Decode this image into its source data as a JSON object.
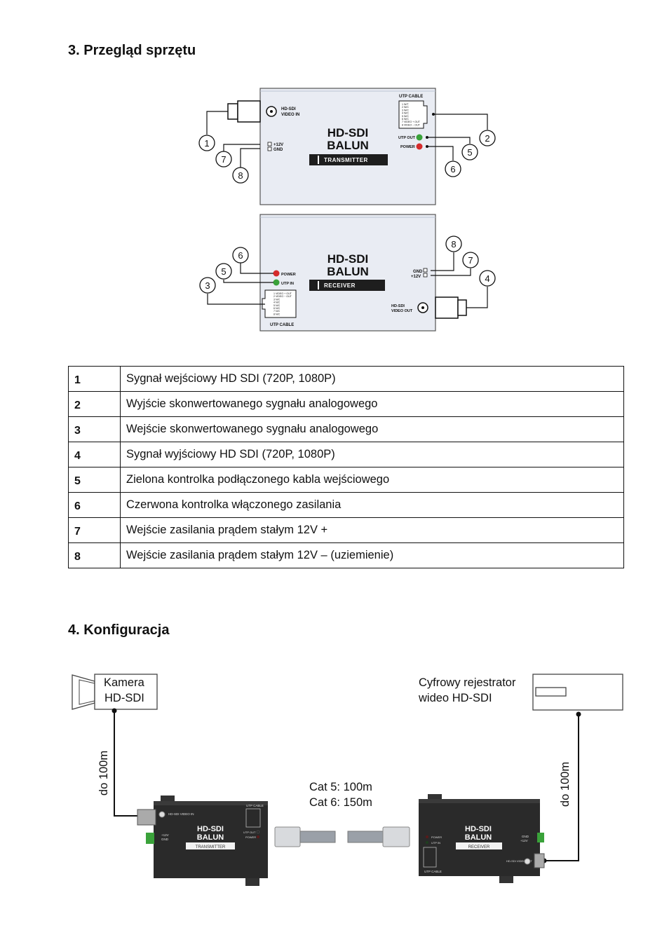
{
  "section3": {
    "title": "3.  Przegląd sprzętu"
  },
  "section4": {
    "title": "4.  Konfiguracja"
  },
  "transmitter": {
    "brand_line1": "HD-SDI",
    "brand_line2": "BALUN",
    "type": "TRANSMITTER",
    "video_in_label_1": "HD-SDI",
    "video_in_label_2": "VIDEO IN",
    "power_plus": "+12V",
    "power_gnd": "GND",
    "utp_cable": "UTP CABLE",
    "utp_out": "UTP OUT",
    "power": "POWER",
    "pinout": [
      "1 W/T",
      "2 W/C",
      "3 W/C",
      "4 W/C",
      "5 W/C",
      "6 W/C",
      "7 VIDEO + OUT",
      "8 VIDEO − OUT"
    ]
  },
  "receiver": {
    "brand_line1": "HD-SDI",
    "brand_line2": "BALUN",
    "type": "RECEIVER",
    "power": "POWER",
    "utp_in": "UTP IN",
    "utp_cable": "UTP CABLE",
    "gnd": "GND",
    "plus12": "+12V",
    "video_out_label_1": "HD-SDI",
    "video_out_label_2": "VIDEO OUT",
    "pinout": [
      "1 VIDEO + OUT",
      "2 VIDEO − OUT",
      "3 N/C",
      "4 N/C",
      "5 N/C",
      "6 N/C",
      "7 N/C",
      "8 N/C"
    ]
  },
  "callouts_tx": [
    "1",
    "7",
    "8",
    "2",
    "5",
    "6"
  ],
  "callouts_rx": [
    "6",
    "5",
    "3",
    "8",
    "7",
    "4"
  ],
  "legend": [
    {
      "num": "1",
      "desc": "Sygnał wejściowy HD SDI (720P, 1080P)"
    },
    {
      "num": "2",
      "desc": "Wyjście skonwertowanego sygnału analogowego"
    },
    {
      "num": "3",
      "desc": "Wejście skonwertowanego sygnału analogowego"
    },
    {
      "num": "4",
      "desc": "Sygnał wyjściowy HD SDI (720P, 1080P)"
    },
    {
      "num": "5",
      "desc": "Zielona kontrolka podłączonego kabla wejściowego"
    },
    {
      "num": "6",
      "desc": "Czerwona kontrolka włączonego zasilania"
    },
    {
      "num": "7",
      "desc": "Wejście zasilania prądem stałym 12V +"
    },
    {
      "num": "8",
      "desc": "Wejście zasilania prądem stałym 12V – (uziemienie)"
    }
  ],
  "config": {
    "camera_line1": "Kamera",
    "camera_line2": "HD-SDI",
    "dvr_line1": "Cyfrowy rejestrator",
    "dvr_line2": "wideo HD-SDI",
    "cable_left": "do 100m",
    "cable_right": "do 100m",
    "cat5": "Cat 5: 100m",
    "cat6": "Cat 6: 150m",
    "tx_brand_1": "HD-SDI",
    "tx_brand_2": "BALUN",
    "tx_type": "TRANSMITTER",
    "rx_brand_1": "HD-SDI",
    "rx_brand_2": "BALUN",
    "rx_type": "RECEIVER",
    "tx_utp_cable": "UTP CABLE",
    "tx_utp_out": "UTP OUT",
    "tx_power": "POWER",
    "tx_video_in": "HD-SDI VIDEO IN",
    "tx_12v": "+12V",
    "tx_gnd": "GND",
    "rx_power": "POWER",
    "rx_utp_in": "UTP IN",
    "rx_utp_cable": "UTP CABLE",
    "rx_gnd": "GND",
    "rx_12v": "+12V",
    "rx_video_out": "HD-SDI VIDEO OUT"
  },
  "colors": {
    "device_fill": "#e9ecf3",
    "device_dark": "#222222",
    "led_green": "#3aa23a",
    "led_red": "#d52b2b"
  }
}
